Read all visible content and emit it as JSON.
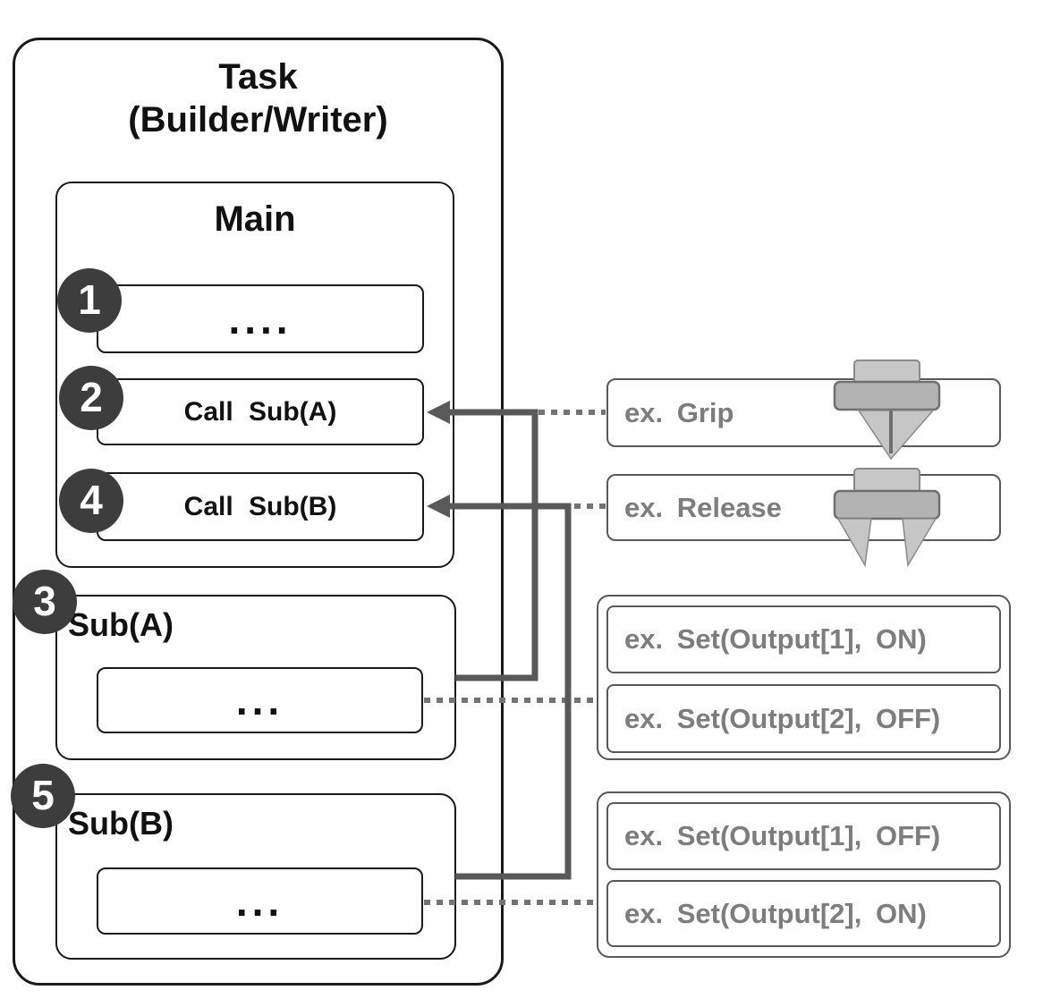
{
  "task": {
    "title_line1": "Task",
    "title_line2": "(Builder/Writer)"
  },
  "main": {
    "title": "Main",
    "item1": {
      "num": "1",
      "label": "...."
    },
    "item2": {
      "num": "2",
      "label": "Call Sub(A)"
    },
    "item4": {
      "num": "4",
      "label": "Call Sub(B)"
    }
  },
  "sub_a": {
    "num": "3",
    "title": "Sub(A)",
    "body": "..."
  },
  "sub_b": {
    "num": "5",
    "title": "Sub(B)",
    "body": "..."
  },
  "examples": {
    "grip": {
      "label": "ex. Grip",
      "icon": "gripper-closed-icon"
    },
    "release": {
      "label": "ex. Release",
      "icon": "gripper-open-icon"
    },
    "group_a": {
      "line1": "ex. Set(Output[1], ON)",
      "line2": "ex. Set(Output[2], OFF)"
    },
    "group_b": {
      "line1": "ex. Set(Output[1], OFF)",
      "line2": "ex. Set(Output[2], ON)"
    }
  },
  "colors": {
    "box_border": "#1a1a1a",
    "gray_border": "#595959",
    "gray_text": "#7d7d7d",
    "connector_solid": "#595959",
    "connector_dotted": "#737373",
    "badge_fill": "#3d3d3d",
    "icon_light": "#c7c7c7",
    "icon_mid": "#b3b3b3",
    "icon_dark": "#6f6f6f"
  }
}
